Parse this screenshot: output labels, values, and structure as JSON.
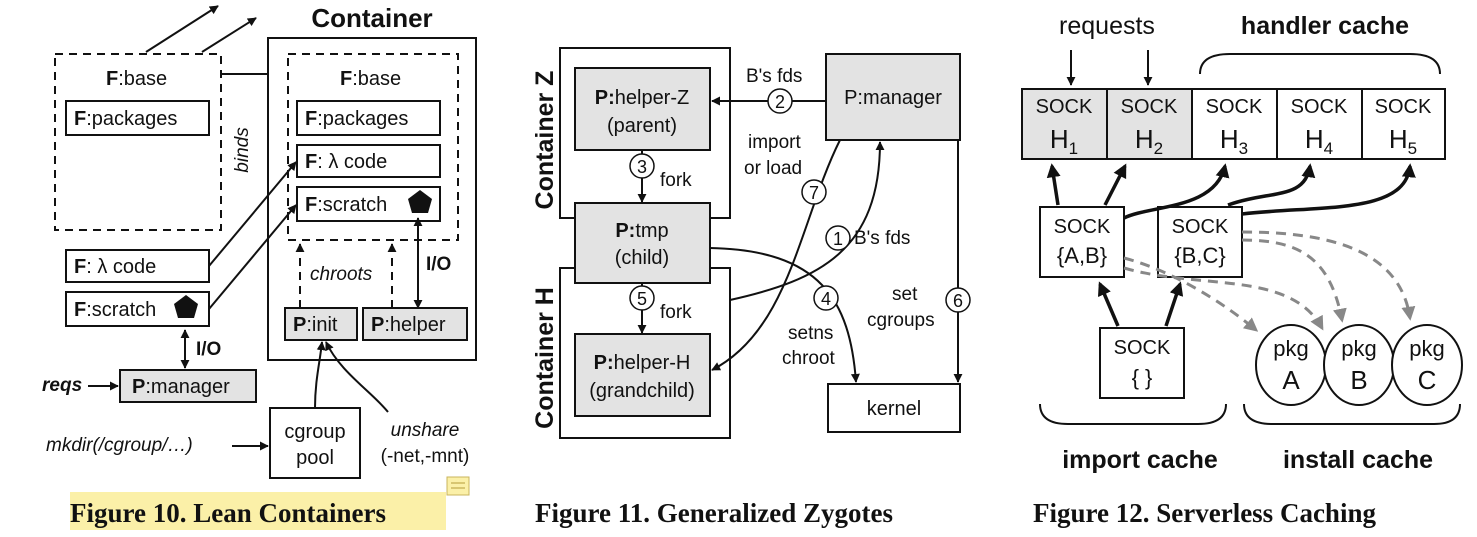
{
  "figure10": {
    "title": "Container",
    "left_base": "base",
    "left_packages": "packages",
    "binds": "binds",
    "right_base": "base",
    "right_packages": "packages",
    "right_code": " λ code",
    "right_scratch": "scratch",
    "left_code": " λ code",
    "left_scratch": "scratch",
    "f_prefix": "F",
    "f_colon": ":",
    "chroots": "chroots",
    "io_right": "I/O",
    "io_left": "I/O",
    "p_prefix": "P",
    "init": "init",
    "helper": "helper",
    "manager": "manager",
    "reqs": "reqs",
    "mkdir": "mkdir(/cgroup/…)",
    "cgroup_pool_1": "cgroup",
    "cgroup_pool_2": "pool",
    "unshare_1": "unshare",
    "unshare_2": "(-net,-mnt)",
    "caption": "Figure 10.   Lean Containers"
  },
  "figure11": {
    "container_z": "Container Z",
    "container_h": "Container H",
    "helper_z_1": "helper-Z",
    "helper_z_2": "(parent)",
    "tmp_1": "tmp",
    "tmp_2": "(child)",
    "helper_h_1": "helper-H",
    "helper_h_2": "(grandchild)",
    "manager": "P:manager",
    "kernel": "kernel",
    "p_prefix": "P:",
    "bfds_top": "B's fds",
    "bfds_mid": "B's fds",
    "import_1": "import",
    "import_2": "or load",
    "fork_3": "fork",
    "fork_5": "fork",
    "setns_1": "setns",
    "setns_2": "chroot",
    "set_1": "set",
    "set_2": "cgroups",
    "n1": "1",
    "n2": "2",
    "n3": "3",
    "n4": "4",
    "n5": "5",
    "n6": "6",
    "n7": "7",
    "caption": "Figure 11.   Generalized Zygotes"
  },
  "figure12": {
    "requests": "requests",
    "handler_cache": "handler cache",
    "sock": "SOCK",
    "h": [
      "H",
      "H",
      "H",
      "H",
      "H"
    ],
    "h_sub": [
      "1",
      "2",
      "3",
      "4",
      "5"
    ],
    "ab": "{A,B}",
    "bc": "{B,C}",
    "empty": "{ }",
    "pkg": "pkg",
    "pkg_a": "A",
    "pkg_b": "B",
    "pkg_c": "C",
    "import_cache": "import cache",
    "install_cache": "install cache",
    "caption": "Figure 12.   Serverless Caching"
  },
  "colors": {
    "gray_box": "#e3e3e3",
    "caption_highlight": "#fbf0a8",
    "dashed_gray": "#888888"
  }
}
